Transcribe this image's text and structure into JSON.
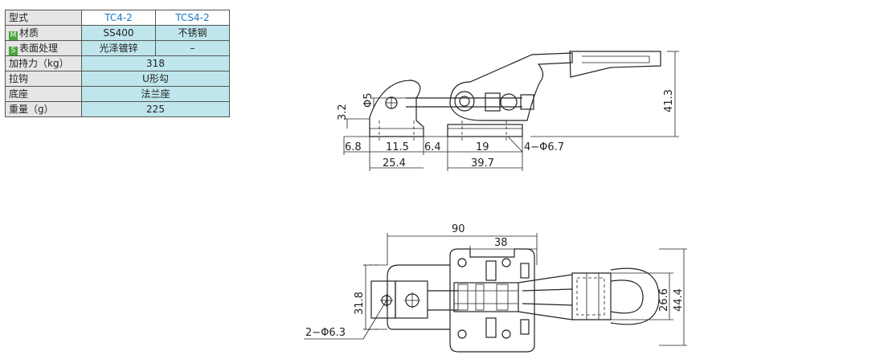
{
  "table": {
    "header": {
      "label": "型式",
      "col1": "TC4-2",
      "col2": "TCS4-2"
    },
    "rows": [
      {
        "badge": "M",
        "label": "材质",
        "col1": "SS400",
        "col2": "不锈钢"
      },
      {
        "badge": "S",
        "label": "表面处理",
        "col1": "光泽镀锌",
        "col2": "–"
      },
      {
        "label": "加持力（kg）",
        "merged": "318"
      },
      {
        "label": "拉钩",
        "merged": "U形勾"
      },
      {
        "label": "底座",
        "merged": "法兰座"
      },
      {
        "label": "重量（g）",
        "merged": "225"
      }
    ]
  },
  "side_view": {
    "d_6_8": "6.8",
    "d_11_5": "11.5",
    "d_6_4": "6.4",
    "d_19": "19",
    "d_25_4": "25.4",
    "d_39_7": "39.7",
    "d_hole": "4−Φ6.7",
    "d_phi5": "Φ5",
    "d_3_2": "3.2",
    "d_41_3": "41.3"
  },
  "top_view": {
    "d_90": "90",
    "d_38": "38",
    "d_31_8": "31.8",
    "d_26_6": "26.6",
    "d_44_4": "44.4",
    "d_hole": "2−Φ6.3"
  }
}
